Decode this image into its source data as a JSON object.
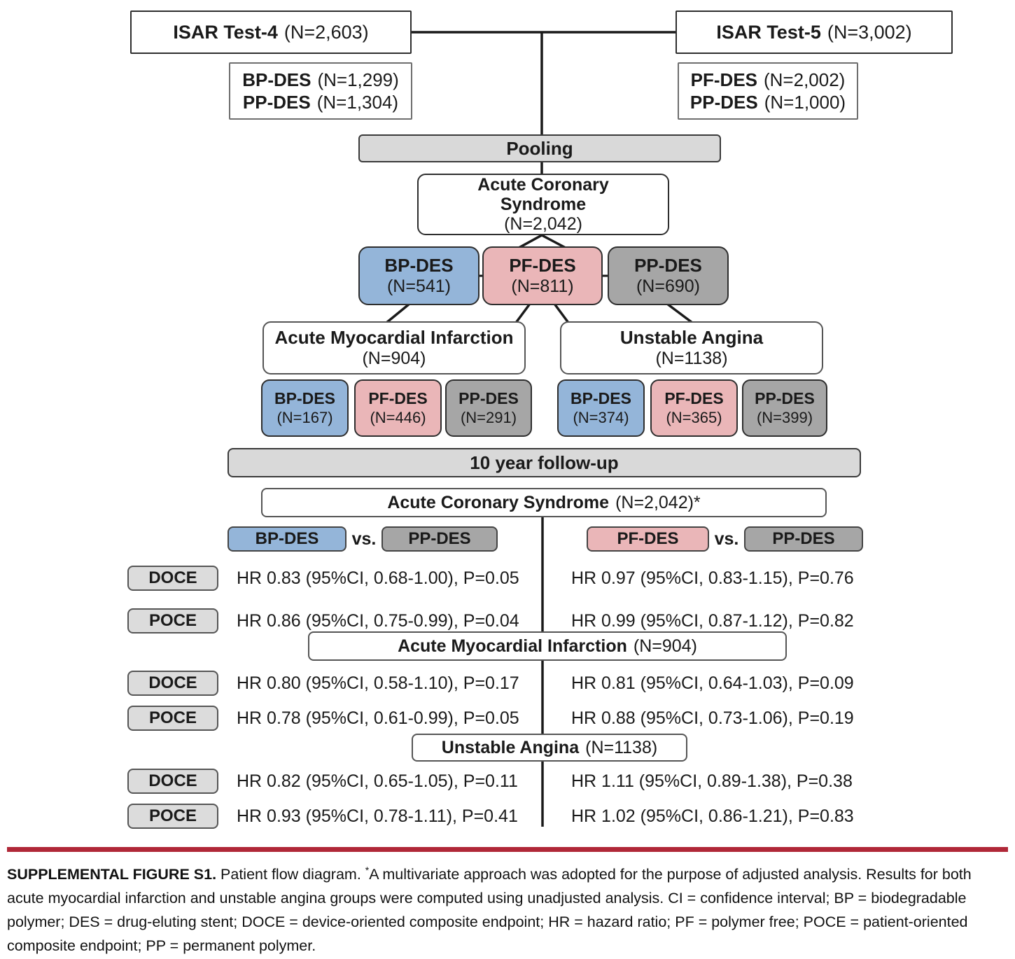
{
  "colors": {
    "blue": "#94b5d9",
    "pink": "#eab6b8",
    "gray": "#a6a6a6",
    "light_gray": "#d9d9d9",
    "label_gray": "#dcdcdc",
    "red_rule": "#b02838"
  },
  "trials": [
    {
      "name": "ISAR Test-4",
      "n": "(N=2,603)",
      "arms": [
        {
          "label": "BP-DES",
          "n": "(N=1,299)"
        },
        {
          "label": "PP-DES",
          "n": "(N=1,304)"
        }
      ]
    },
    {
      "name": "ISAR Test-5",
      "n": "(N=3,002)",
      "arms": [
        {
          "label": "PF-DES",
          "n": "(N=2,002)"
        },
        {
          "label": "PP-DES",
          "n": "(N=1,000)"
        }
      ]
    }
  ],
  "pooling_label": "Pooling",
  "acs_box": {
    "line1": "Acute Coronary",
    "line2": "Syndrome",
    "n": "(N=2,042)"
  },
  "acs_arms": [
    {
      "label": "BP-DES",
      "n": "(N=541)"
    },
    {
      "label": "PF-DES",
      "n": "(N=811)"
    },
    {
      "label": "PP-DES",
      "n": "(N=690)"
    }
  ],
  "ami_box": {
    "title": "Acute Myocardial Infarction",
    "n": "(N=904)"
  },
  "ami_arms": [
    {
      "label": "BP-DES",
      "n": "(N=167)"
    },
    {
      "label": "PF-DES",
      "n": "(N=446)"
    },
    {
      "label": "PP-DES",
      "n": "(N=291)"
    }
  ],
  "ua_box": {
    "title": "Unstable Angina",
    "n": "(N=1138)"
  },
  "ua_arms": [
    {
      "label": "BP-DES",
      "n": "(N=374)"
    },
    {
      "label": "PF-DES",
      "n": "(N=365)"
    },
    {
      "label": "PP-DES",
      "n": "(N=399)"
    }
  ],
  "followup_label": "10 year follow-up",
  "comparisons": {
    "left": {
      "a": "BP-DES",
      "vs": "vs.",
      "b": "PP-DES"
    },
    "right": {
      "a": "PF-DES",
      "vs": "vs.",
      "b": "PP-DES"
    }
  },
  "results_sections": [
    {
      "title": "Acute Coronary Syndrome",
      "n": "(N=2,042)*",
      "rows": [
        {
          "label": "DOCE",
          "left": "HR 0.83 (95%CI, 0.68-1.00), P=0.05",
          "right": "HR 0.97 (95%CI, 0.83-1.15), P=0.76"
        },
        {
          "label": "POCE",
          "left": "HR 0.86 (95%CI, 0.75-0.99), P=0.04",
          "right": "HR 0.99 (95%CI, 0.87-1.12), P=0.82"
        }
      ]
    },
    {
      "title": "Acute Myocardial Infarction",
      "n": "(N=904)",
      "rows": [
        {
          "label": "DOCE",
          "left": "HR 0.80 (95%CI, 0.58-1.10), P=0.17",
          "right": "HR 0.81 (95%CI, 0.64-1.03), P=0.09"
        },
        {
          "label": "POCE",
          "left": "HR 0.78 (95%CI, 0.61-0.99), P=0.05",
          "right": "HR 0.88 (95%CI, 0.73-1.06), P=0.19"
        }
      ]
    },
    {
      "title": "Unstable Angina",
      "n": "(N=1138)",
      "rows": [
        {
          "label": "DOCE",
          "left": "HR 0.82 (95%CI, 0.65-1.05), P=0.11",
          "right": "HR 1.11 (95%CI, 0.89-1.38), P=0.38"
        },
        {
          "label": "POCE",
          "left": "HR 0.93 (95%CI, 0.78-1.11), P=0.41",
          "right": "HR 1.02 (95%CI, 0.86-1.21), P=0.83"
        }
      ]
    }
  ],
  "caption": {
    "label": "SUPPLEMENTAL FIGURE S1.",
    "before_sup": " Patient flow diagram. ",
    "sup": "*",
    "text": "A multivariate approach was adopted for the purpose of adjusted analysis. Results for both acute myocardial infarction and unstable angina groups were computed using unadjusted analysis. CI = confidence interval; BP = biodegradable polymer; DES = drug-eluting stent; DOCE = device-oriented composite endpoint; HR = hazard ratio; PF = polymer free; POCE = patient-oriented composite endpoint; PP = permanent polymer."
  }
}
